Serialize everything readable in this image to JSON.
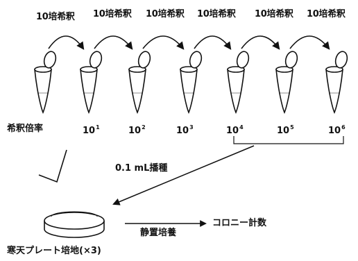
{
  "diagram": {
    "dilution_steps": [
      "10培希釈",
      "10培希釈",
      "10培希釈",
      "10培希釈",
      "10培希釈",
      "10培希釈"
    ],
    "dilution_ratio_label": "希釈倍率",
    "dilution_powers": [
      {
        "base": "10",
        "exp": "1"
      },
      {
        "base": "10",
        "exp": "2"
      },
      {
        "base": "10",
        "exp": "3"
      },
      {
        "base": "10",
        "exp": "4"
      },
      {
        "base": "10",
        "exp": "5"
      },
      {
        "base": "10",
        "exp": "6"
      }
    ],
    "inoculation_label": "0.1 mL播種",
    "incubation_label": "静置培養",
    "colony_count_label": "コロニー計数",
    "plate_label": "寒天プレート培地(×3)"
  }
}
